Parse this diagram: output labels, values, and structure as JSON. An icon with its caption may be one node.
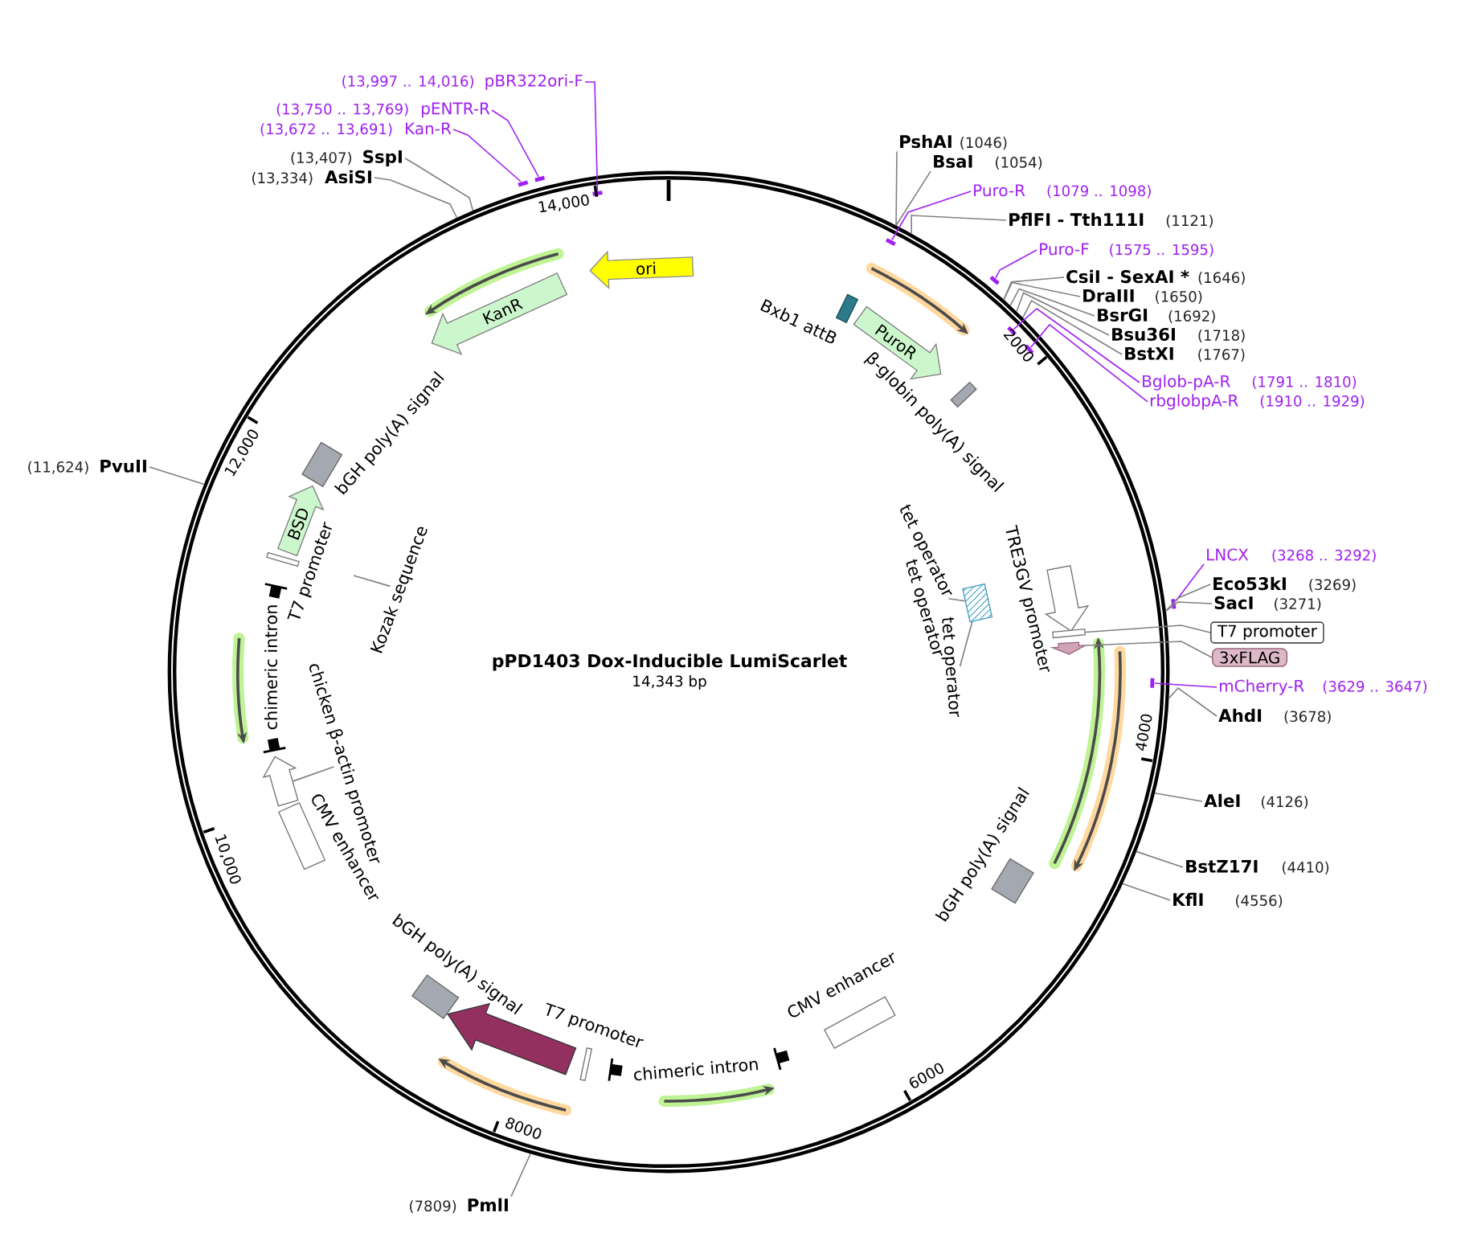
{
  "diagram": {
    "title": "pPD1403 Dox-Inducible LumiScarlet",
    "nodes": [
      {
        "text": [],
        "shape": "circle"
      },
      {
        "text": [
          "(13,997 .. 14,016)",
          "pBR322ori-F"
        ]
      },
      {
        "text": [
          "(13,750 .. 13,769)",
          "pENTR-R"
        ]
      },
      {
        "text": [
          "(13,672 .. 13,691)",
          "Kan-R"
        ]
      },
      {
        "text": [
          "PshAI",
          "(1046)"
        ]
      },
      {
        "text": [
          "(13,407)",
          "SspI"
        ]
      },
      {
        "text": [
          "BsaI",
          "(1054)"
        ]
      },
      {
        "text": [
          "(13,334)",
          "AsiSI"
        ]
      },
      {
        "text": [
          "Puro-R",
          "(1079 .. 1098)"
        ]
      },
      {
        "text": [
          "PflFI - Tth111I",
          "(1121)"
        ]
      },
      {
        "text": [
          "Puro-F",
          "(1575 .. 1595)"
        ]
      },
      {
        "text": [
          "CsiI - SexAI *",
          "(1646)"
        ]
      },
      {
        "text": [
          "DraIII",
          "(1650)"
        ]
      },
      {
        "text": [
          "BsrGI",
          "(1692)"
        ]
      },
      {
        "text": [
          "Bsu36I",
          "(1718)"
        ]
      },
      {
        "text": [
          "BstXI",
          "(1767)"
        ]
      },
      {
        "text": [
          "Bglob-pA-R",
          "(1791 .. 1810)"
        ]
      },
      {
        "text": [
          "rbglobpA-R",
          "(1910 .. 1929)"
        ]
      },
      {
        "text": [
          "(11,624)",
          "PvuII"
        ]
      },
      {
        "text": [
          "LNCX",
          "(3268 .. 3292)"
        ]
      },
      {
        "text": [
          "Eco53kI",
          "(3269)"
        ]
      },
      {
        "text": [
          "SacI",
          "(3271)"
        ]
      },
      {
        "text": [
          "T7 promoter"
        ]
      },
      {
        "text": [
          "3xFLAG"
        ]
      },
      {
        "text": [
          "mCherry-R",
          "(3629 .. 3647)"
        ]
      },
      {
        "text": [
          "AhdI",
          "(3678)"
        ]
      },
      {
        "text": [
          "AleI",
          "(4126)"
        ]
      },
      {
        "text": [
          "BstZ17I",
          "(4410)"
        ]
      },
      {
        "text": [
          "KflI",
          "(4556)"
        ]
      },
      {
        "text": [
          "(7809)",
          "PmlI"
        ]
      },
      {
        "text": [],
        "shape": "bar"
      },
      {
        "text": [],
        "shape": "bar"
      },
      {
        "text": [],
        "shape": "bar",
        "in": 0
      },
      {
        "text": [],
        "shape": "bar",
        "in": 0
      },
      {
        "text": [],
        "shape": "bar"
      },
      {
        "text": [],
        "shape": "bar",
        "in": 0
      },
      {
        "text": [],
        "shape": "bar",
        "in": 0
      },
      {
        "text": [],
        "shape": "bar",
        "in": 0
      },
      {
        "text": [],
        "shape": "bar"
      },
      {
        "text": [
          "ori"
        ],
        "in": 0
      },
      {
        "text": [
          "KanR"
        ],
        "in": 0
      },
      {
        "text": [],
        "shape": "box",
        "beside": [
          "Bxb1 attB"
        ],
        "in": 0
      },
      {
        "text": [
          "PuroR"
        ],
        "in": 0
      },
      {
        "text": [],
        "shape": "box",
        "beside": [
          "β-globin poly(A) signal"
        ],
        "in": 0
      },
      {
        "text": [],
        "shape": "box",
        "beside": [
          "bGH poly(A) signal"
        ],
        "in": 0
      },
      {
        "text": [
          "BSD"
        ],
        "in": 0
      },
      {
        "text": [],
        "shape": "box",
        "beside": [
          "T7 promoter"
        ],
        "in": 0
      },
      {
        "text": [
          "Kozak sequence"
        ],
        "in": 0
      },
      {
        "text": [
          "tet operator"
        ],
        "in": 0
      },
      {
        "text": [],
        "shape": "arrow",
        "beside": [
          "TRE3GV promoter"
        ],
        "in": 0
      },
      {
        "text": [],
        "shape": "box",
        "in": 0
      },
      {
        "text": [
          "tet operator"
        ],
        "in": 0
      },
      {
        "text": [],
        "shape": "box",
        "in": 0
      },
      {
        "text": [],
        "shape": "arrow",
        "in": 0
      },
      {
        "text": [
          "chicken β-actin promoter"
        ],
        "in": 0
      },
      {
        "text": [],
        "shape": "arrow",
        "in": 0
      },
      {
        "text": [],
        "shape": "box",
        "beside": [
          "CMV enhancer"
        ],
        "in": 0
      },
      {
        "text": [],
        "shape": "box",
        "beside": [
          "bGH poly(A) signal"
        ],
        "in": 0
      },
      {
        "text": [],
        "shape": "box",
        "beside": [
          "bGH poly(A) signal"
        ],
        "in": 0
      },
      {
        "text": [],
        "shape": "box",
        "beside": [
          "CMV enhancer"
        ],
        "in": 0
      },
      {
        "text": [],
        "shape": "arrow",
        "in": 0
      },
      {
        "text": [],
        "shape": "box",
        "beside": [
          "T7 promoter"
        ],
        "in": 0
      }
    ],
    "edges": [
      {
        "from": 1,
        "to": 32,
        "arrow": "none",
        "color": "#a020f0"
      },
      {
        "from": 2,
        "to": 31,
        "arrow": "none",
        "color": "#a020f0"
      },
      {
        "from": 3,
        "to": 30,
        "arrow": "none",
        "color": "#a020f0"
      },
      {
        "from": 4,
        "to": 0,
        "arrow": "none"
      },
      {
        "from": 5,
        "to": 0,
        "arrow": "none"
      },
      {
        "from": 6,
        "to": 0,
        "arrow": "none"
      },
      {
        "from": 7,
        "to": 0,
        "arrow": "none"
      },
      {
        "from": 8,
        "to": 33,
        "arrow": "none",
        "color": "#a020f0"
      },
      {
        "from": 9,
        "to": 0,
        "arrow": "none"
      },
      {
        "from": 10,
        "to": 34,
        "arrow": "none",
        "color": "#a020f0"
      },
      {
        "from": 11,
        "to": 0,
        "arrow": "none"
      },
      {
        "from": 12,
        "to": 0,
        "arrow": "none"
      },
      {
        "from": 13,
        "to": 0,
        "arrow": "none"
      },
      {
        "from": 14,
        "to": 0,
        "arrow": "none"
      },
      {
        "from": 15,
        "to": 0,
        "arrow": "none"
      },
      {
        "from": 16,
        "to": 35,
        "arrow": "none",
        "color": "#a020f0"
      },
      {
        "from": 17,
        "to": 36,
        "arrow": "none",
        "color": "#a020f0"
      },
      {
        "from": 18,
        "to": 0,
        "arrow": "none"
      },
      {
        "from": 19,
        "to": 38,
        "arrow": "none",
        "color": "#a020f0"
      },
      {
        "from": 20,
        "to": 0,
        "arrow": "none"
      },
      {
        "from": 21,
        "to": 0,
        "arrow": "none"
      },
      {
        "from": 22,
        "to": 52,
        "arrow": "none"
      },
      {
        "from": 23,
        "to": 53,
        "arrow": "none"
      },
      {
        "from": 24,
        "to": 37,
        "arrow": "none",
        "color": "#a020f0"
      },
      {
        "from": 25,
        "to": 0,
        "arrow": "none"
      },
      {
        "from": 26,
        "to": 0,
        "arrow": "none"
      },
      {
        "from": 27,
        "to": 0,
        "arrow": "none"
      },
      {
        "from": 28,
        "to": 0,
        "arrow": "none"
      },
      {
        "from": 29,
        "to": 0,
        "arrow": "none"
      },
      {
        "from": 47,
        "to": null,
        "arrow": "none"
      },
      {
        "from": 48,
        "to": 50,
        "arrow": "none"
      },
      {
        "from": 51,
        "to": 50,
        "arrow": "none"
      },
      {
        "from": 54,
        "to": 55,
        "arrow": "none"
      }
    ],
    "labels": [
      "14,343 bp",
      "2000",
      "4000",
      "6000",
      "8000",
      "10,000",
      "12,000",
      "14,000",
      "chimeric intron",
      "chimeric intron",
      "tet operator"
    ]
  }
}
